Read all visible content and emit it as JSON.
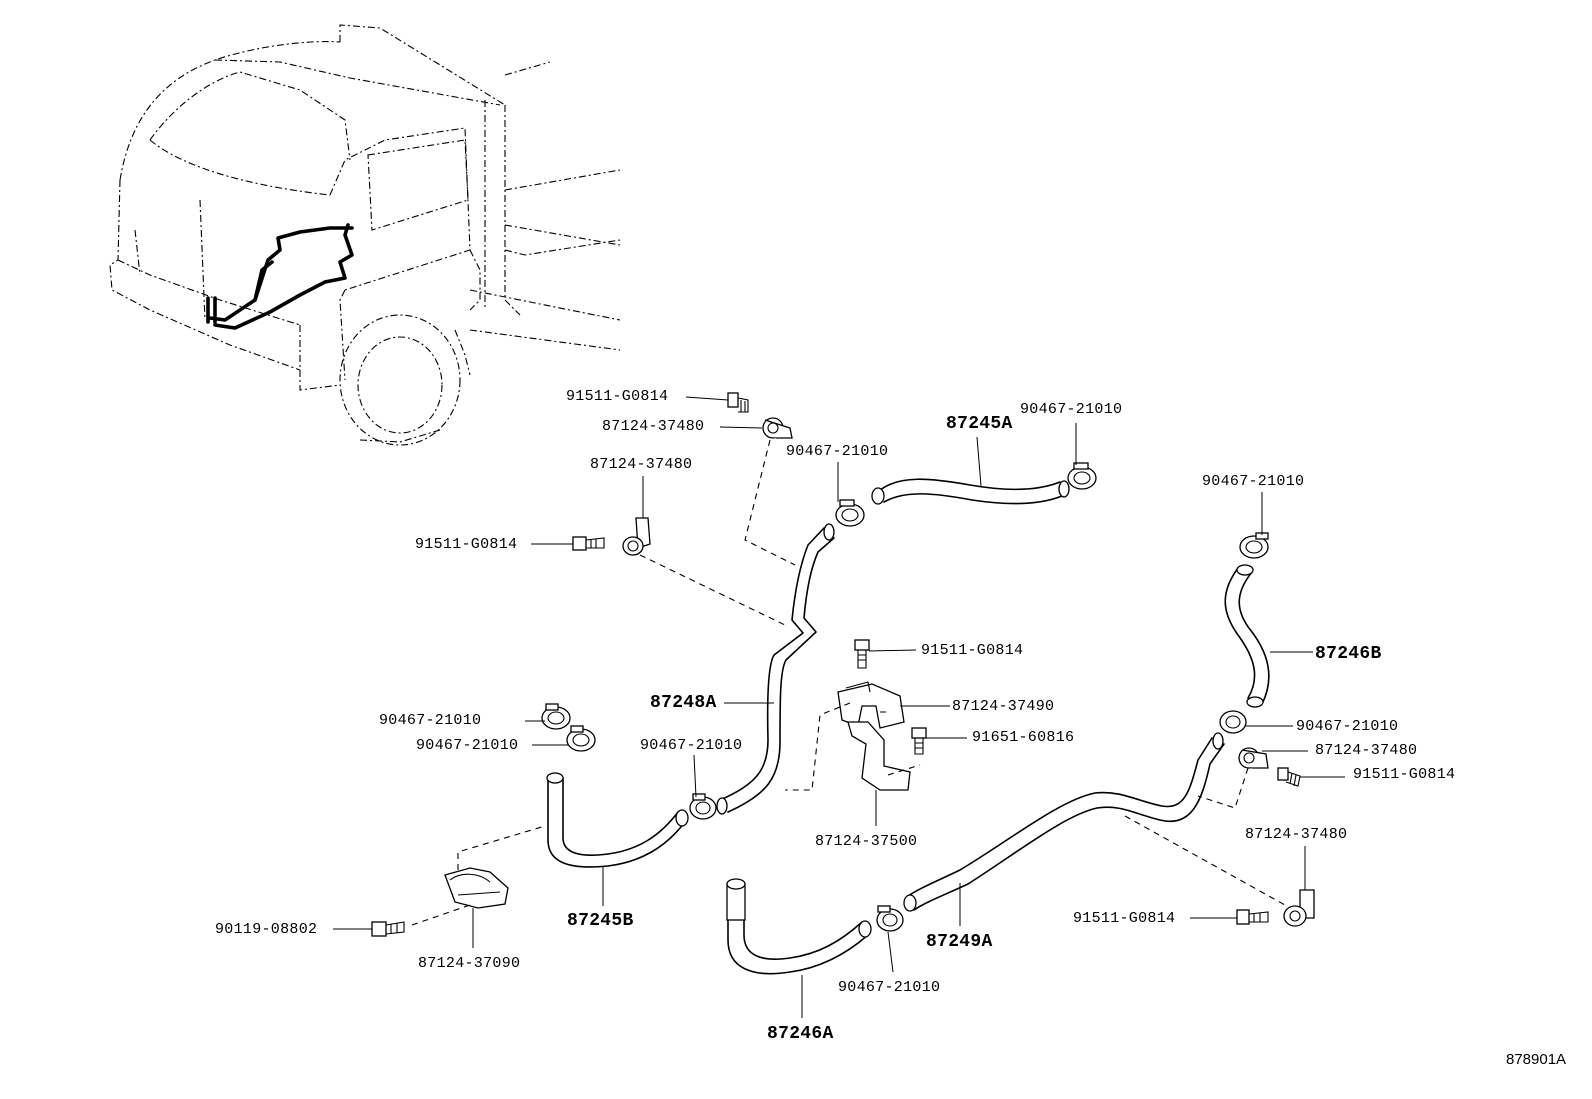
{
  "figure_code": "878901A",
  "labels": {
    "bolt_top": "91511-G0814",
    "clamp_top": "87124-37480",
    "clamp_left": "87124-37480",
    "bolt_left": "91511-G0814",
    "clip_top_mid": "90467-21010",
    "hose_87245A": "87245A",
    "clip_87245A": "90467-21010",
    "clip_right_top": "90467-21010",
    "hose_87246B": "87246B",
    "bolt_center": "91511-G0814",
    "bracket_37490": "87124-37490",
    "hose_87248A": "87248A",
    "clip_left_1": "90467-21010",
    "clip_left_2": "90467-21010",
    "clip_lower_mid": "90467-21010",
    "bolt_91651": "91651-60816",
    "clip_right_mid": "90467-21010",
    "clamp_right_mid": "87124-37480",
    "bolt_right_mid": "91511-G0814",
    "bracket_37500": "87124-37500",
    "clamp_right_low": "87124-37480",
    "bolt_90119": "90119-08802",
    "hose_87245B": "87245B",
    "bracket_37090": "87124-37090",
    "hose_87249A": "87249A",
    "bolt_right_low": "91511-G0814",
    "clip_bottom": "90467-21010",
    "hose_87246A": "87246A"
  }
}
